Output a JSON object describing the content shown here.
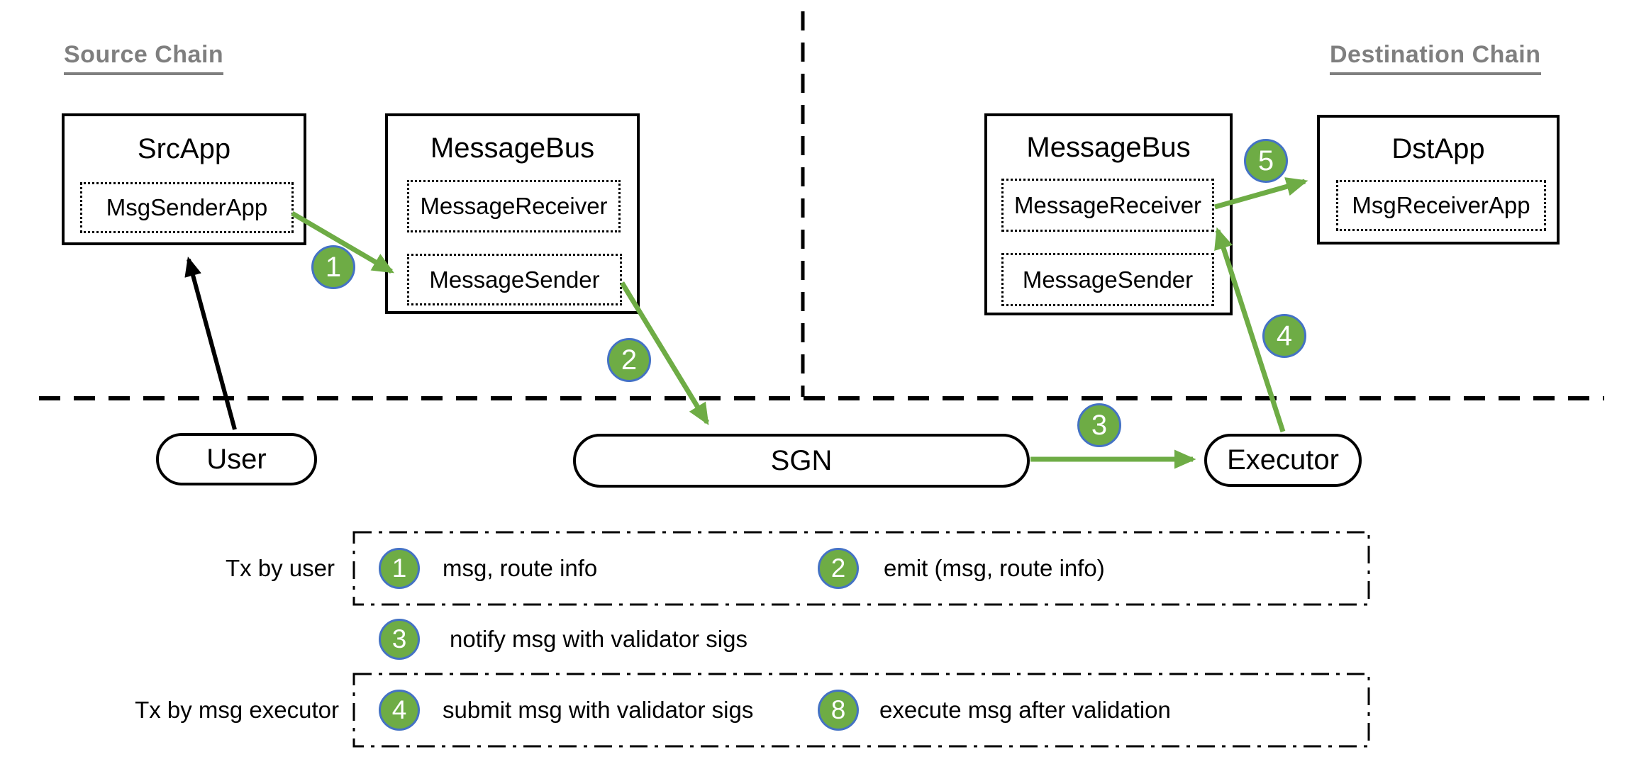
{
  "headings": {
    "source": "Source Chain",
    "destination": "Destination Chain"
  },
  "nodes": {
    "srcApp": {
      "title": "SrcApp",
      "inner1": "MsgSenderApp"
    },
    "busSrc": {
      "title": "MessageBus",
      "inner1": "MessageReceiver",
      "inner2": "MessageSender"
    },
    "busDst": {
      "title": "MessageBus",
      "inner1": "MessageReceiver",
      "inner2": "MessageSender"
    },
    "dstApp": {
      "title": "DstApp",
      "inner1": "MsgReceiverApp"
    },
    "user": {
      "label": "User"
    },
    "sgn": {
      "label": "SGN"
    },
    "executor": {
      "label": "Executor"
    }
  },
  "badges": {
    "step1": "1",
    "step2": "2",
    "step3": "3",
    "step4": "4",
    "step5": "5"
  },
  "legend": {
    "row1_label": "Tx by user",
    "row2_label": "Tx by msg executor",
    "items": {
      "i1": {
        "num": "1",
        "text": "msg, route info"
      },
      "i2": {
        "num": "2",
        "text": "emit (msg, route info)"
      },
      "i3": {
        "num": "3",
        "text": "notify msg with validator sigs"
      },
      "i4": {
        "num": "4",
        "text": "submit msg with validator sigs"
      },
      "i8": {
        "num": "8",
        "text": "execute msg after validation"
      }
    }
  },
  "colors": {
    "arrow_green": "#6EAC45",
    "badge_fill": "#6EAC45",
    "badge_border": "#4472C4",
    "heading_gray": "#7F7F7F"
  }
}
